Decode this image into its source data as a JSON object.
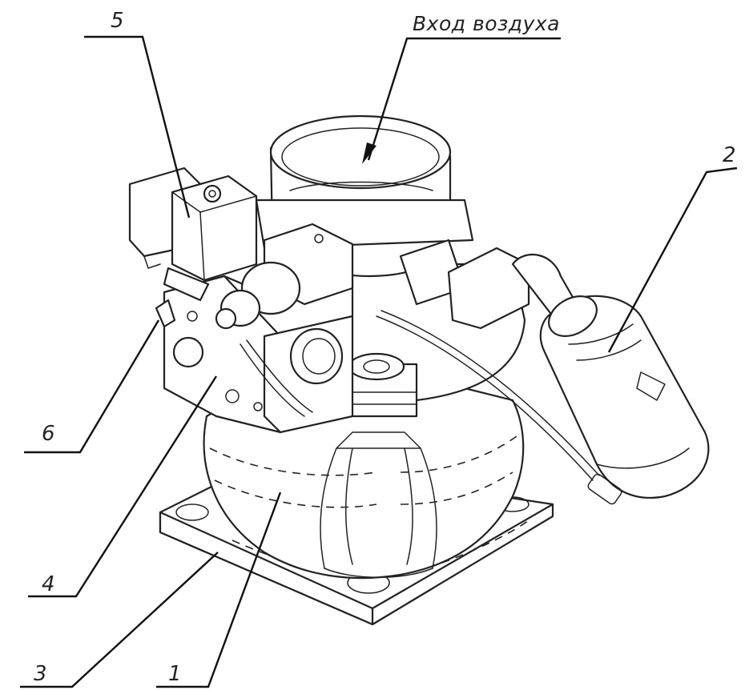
{
  "callouts": [
    {
      "id": "air",
      "text": "Вход воздуха"
    },
    {
      "id": "c1",
      "text": "1"
    },
    {
      "id": "c2",
      "text": "2"
    },
    {
      "id": "c3",
      "text": "3"
    },
    {
      "id": "c4",
      "text": "4"
    },
    {
      "id": "c5",
      "text": "5"
    },
    {
      "id": "c6",
      "text": "6"
    }
  ],
  "colors": {
    "ink": "#222222",
    "paper": "#ffffff"
  }
}
